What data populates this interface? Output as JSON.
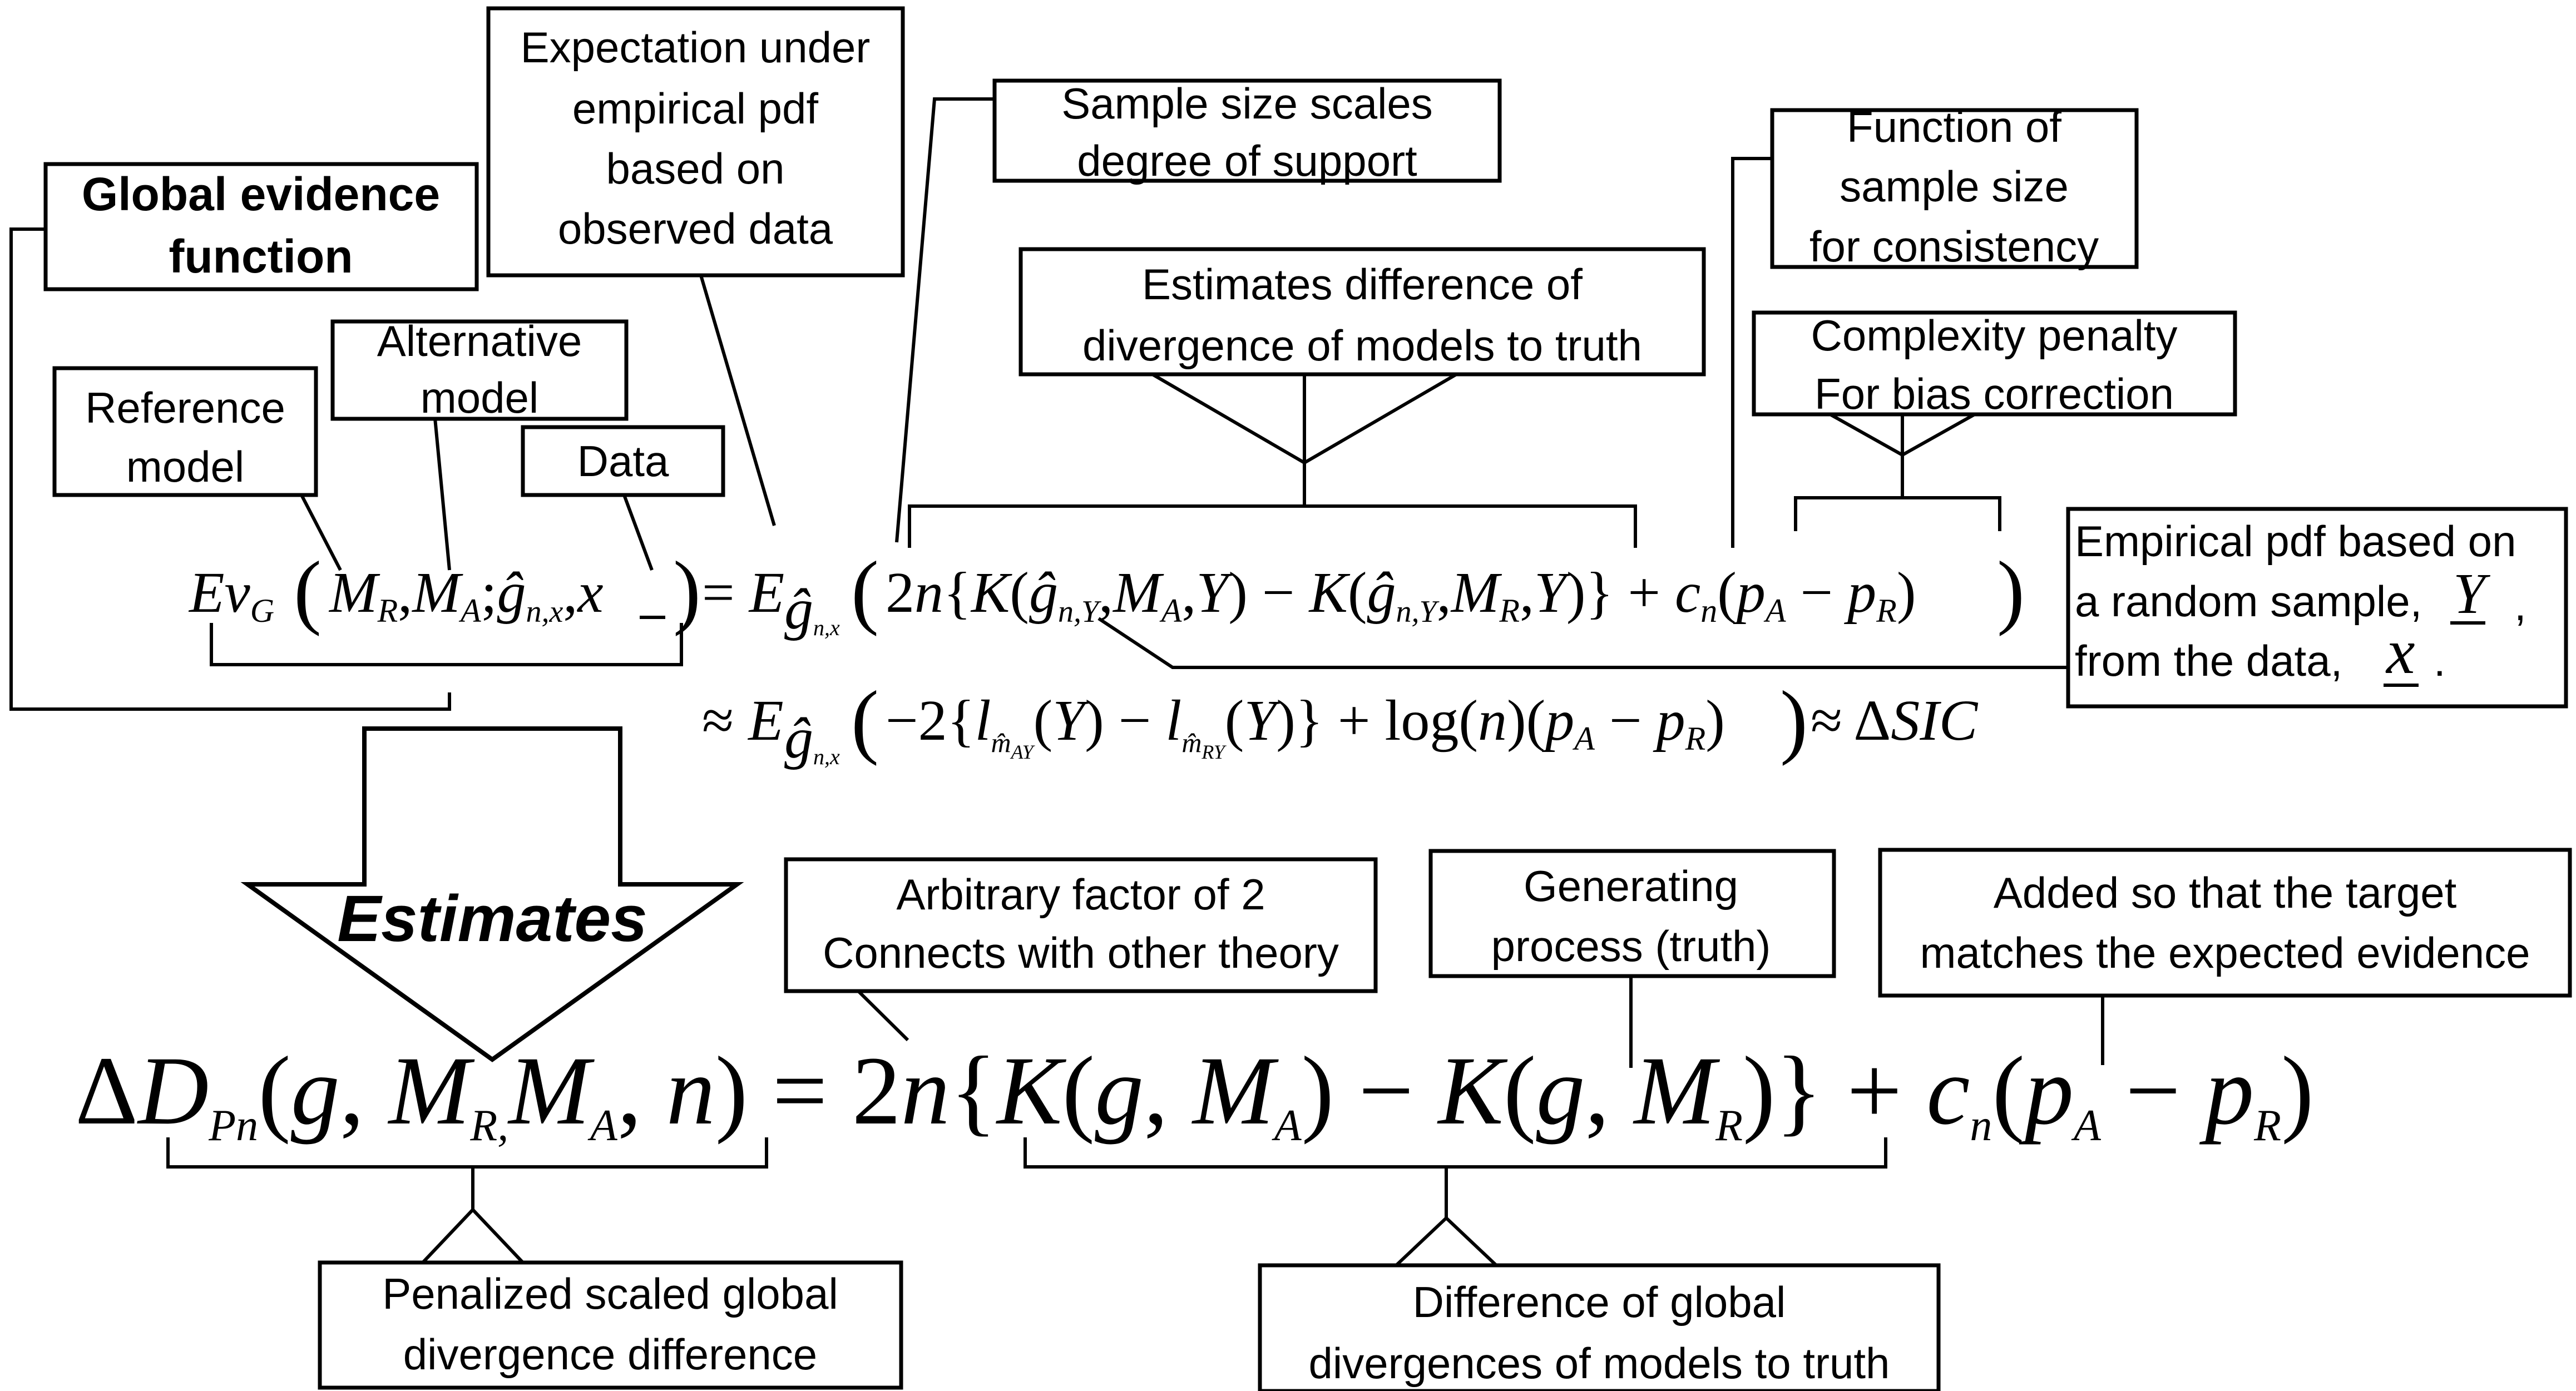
{
  "labels": {
    "global_evidence": [
      "Global evidence",
      "function"
    ],
    "expectation": [
      "Expectation under",
      "empirical pdf",
      "based on",
      "observed data"
    ],
    "sample_size_scales": [
      "Sample size scales",
      "degree of support"
    ],
    "function_of_sample_size": [
      "Function of",
      "sample size",
      "for consistency"
    ],
    "estimates_difference": [
      "Estimates difference of",
      "divergence of models to truth"
    ],
    "complexity_penalty": [
      "Complexity penalty",
      "For bias correction"
    ],
    "alternative_model": [
      "Alternative",
      "model"
    ],
    "reference_model": [
      "Reference",
      "model"
    ],
    "data": [
      "Data"
    ],
    "empirical_pdf": [
      "Empirical pdf based on",
      "a random sample,",
      "from the data,"
    ],
    "arbitrary_factor": [
      "Arbitrary factor of 2",
      "Connects with other theory"
    ],
    "generating_process": [
      "Generating",
      "process (truth)"
    ],
    "added_so_that": [
      "Added so that the target",
      "matches the expected evidence"
    ],
    "penalized": [
      "Penalized scaled global",
      "divergence difference"
    ],
    "difference_global": [
      "Difference of global",
      "divergences of models to truth"
    ],
    "estimates_arrow": "Estimates"
  },
  "equations": {
    "ev_line1": "Ev_G(M_R, M_A; ĝ_{n,x}, x) = E_{ĝ_{n,x}}(2n{K(ĝ_{n,Y}, M_A, Y) − K(ĝ_{n,Y}, M_R, Y)} + c_n(p_A − p_R))",
    "ev_line2": "≈ E_{ĝ_{n,x}}(−2{l_{m̂_{A_Y}}(Y) − l_{m̂_{R_Y}}(Y)} + log(n)(p_A − p_R)) ≈ ΔSIC",
    "delta_d": "ΔD_Pn(g, M_R, M_A, n) = 2n{K(g, M_A) − K(g, M_R)} + c_n(p_A − p_R)"
  },
  "symbols": {
    "Y": "Y",
    "x": "x"
  }
}
